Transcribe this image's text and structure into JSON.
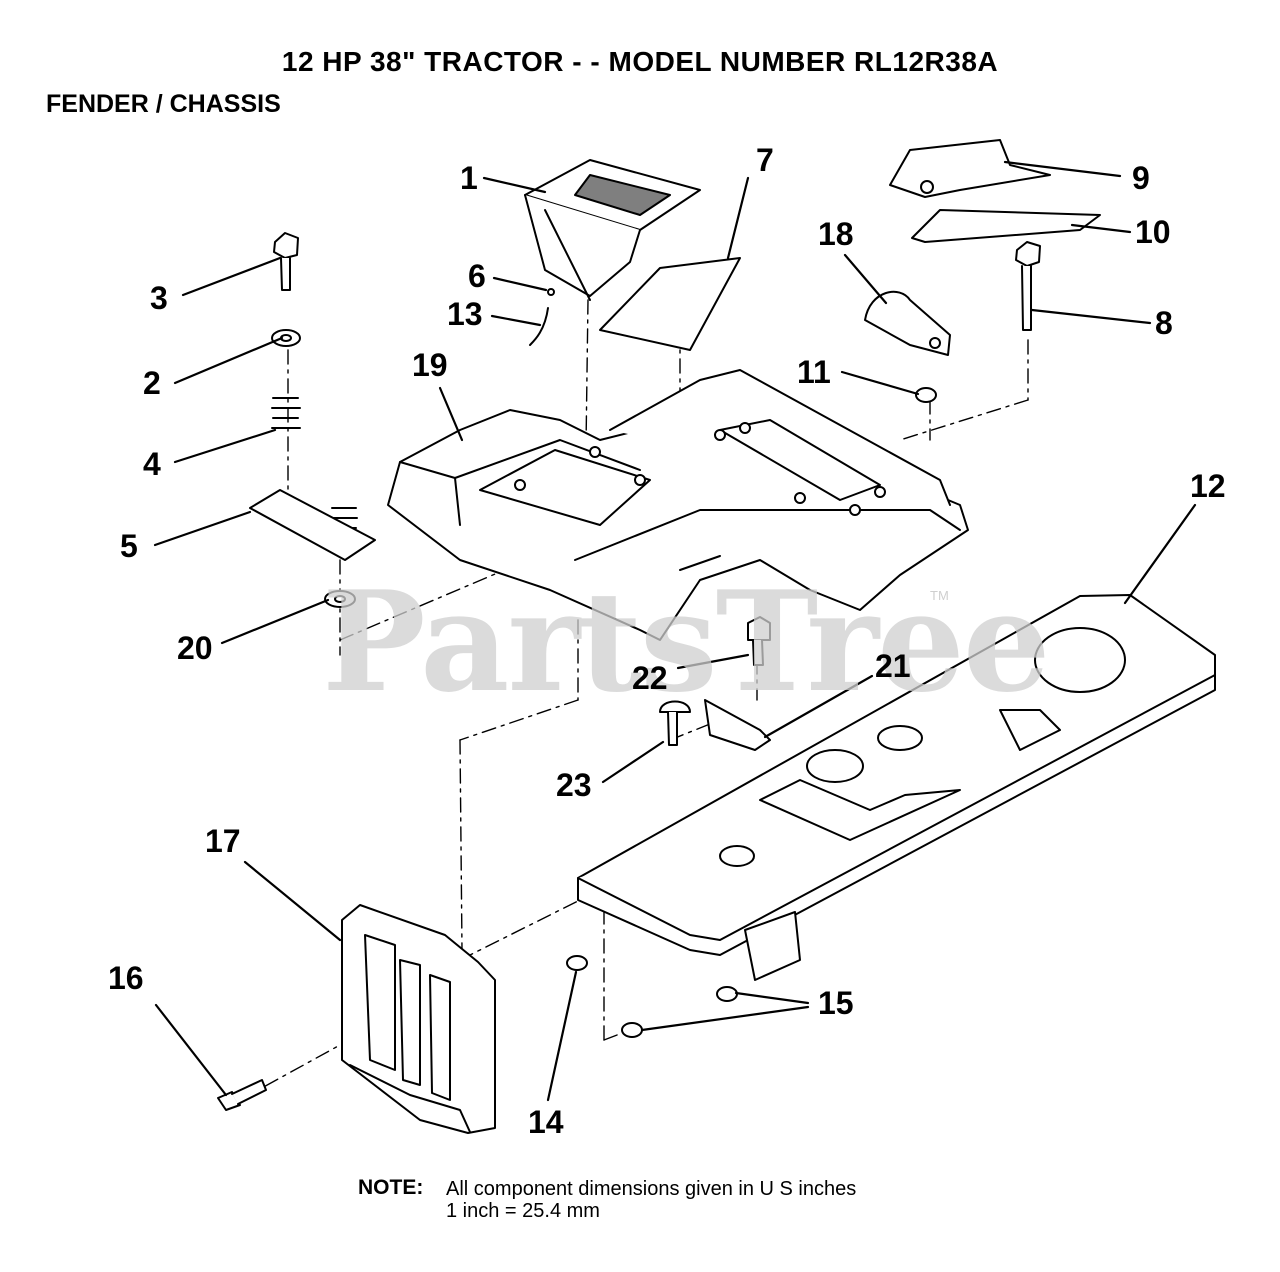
{
  "header": {
    "title": "12 HP 38\" TRACTOR - - MODEL NUMBER RL12R38A",
    "section": "FENDER / CHASSIS"
  },
  "watermark": {
    "text": "PartsTree",
    "mark": "TM"
  },
  "callouts": [
    "1",
    "2",
    "3",
    "4",
    "5",
    "6",
    "7",
    "8",
    "9",
    "10",
    "11",
    "12",
    "13",
    "14",
    "15",
    "16",
    "17",
    "18",
    "19",
    "20",
    "21",
    "22",
    "23"
  ],
  "note": {
    "label": "NOTE:",
    "line1": "All component dimensions given in U S  inches",
    "line2": "1 inch = 25.4 mm"
  }
}
